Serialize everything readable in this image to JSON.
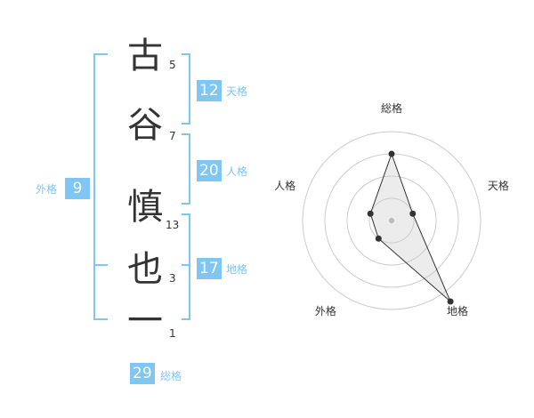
{
  "characters": [
    {
      "char": "古",
      "strokes": "5"
    },
    {
      "char": "谷",
      "strokes": "7"
    },
    {
      "char": "慎",
      "strokes": "13"
    },
    {
      "char": "也",
      "strokes": "3"
    },
    {
      "char": "一",
      "strokes": "1"
    }
  ],
  "scores": {
    "ten": {
      "value": "12",
      "label": "天格"
    },
    "jin": {
      "value": "20",
      "label": "人格"
    },
    "chi": {
      "value": "17",
      "label": "地格"
    },
    "gai": {
      "value": "9",
      "label": "外格"
    },
    "sou": {
      "value": "29",
      "label": "総格"
    }
  },
  "colors": {
    "accent": "#7fc6f2",
    "text": "#333333",
    "grid": "#cccccc"
  },
  "chart_data": {
    "type": "radar",
    "axes": [
      "総格",
      "天格",
      "地格",
      "外格",
      "人格"
    ],
    "values": [
      3,
      1,
      5,
      1,
      1
    ],
    "rlim": [
      0,
      4
    ]
  }
}
